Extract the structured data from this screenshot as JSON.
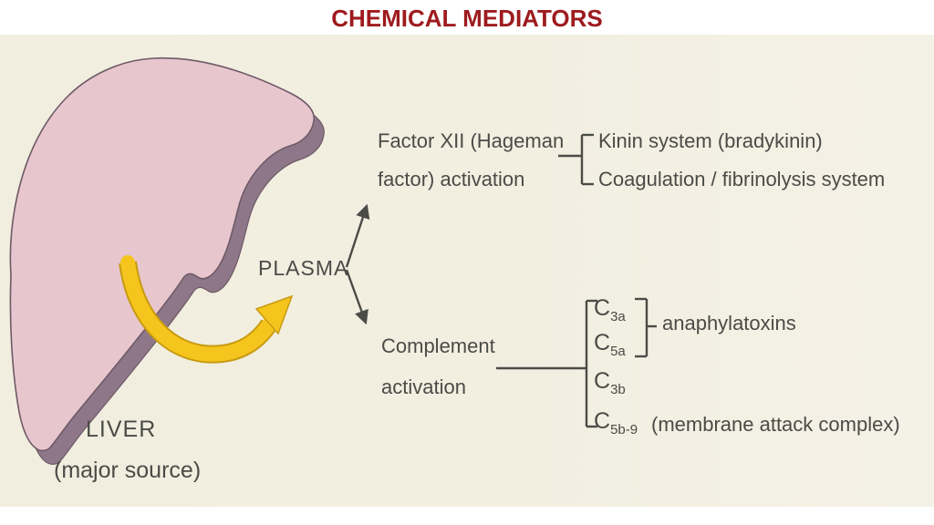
{
  "title": "CHEMICAL MEDIATORS",
  "colors": {
    "title_color": "#9e1b1e",
    "figure_bg": "#f2efe1",
    "text_color": "#4b4b47",
    "liver_body": "#e7c6ce",
    "liver_shadow": "#8d7789",
    "liver_outline": "#6e5a66",
    "arrow_yellow": "#f5c51d"
  },
  "liver": {
    "label": "LIVER",
    "sublabel": "(major source)"
  },
  "plasma": {
    "label": "PLASMA"
  },
  "factor_xii": {
    "label_line1": "Factor XII (Hageman",
    "label_line2": "factor) activation",
    "outcomes": [
      "Kinin system (bradykinin)",
      "Coagulation / fibrinolysis system"
    ]
  },
  "complement": {
    "label_line1": "Complement",
    "label_line2": "activation",
    "items": [
      {
        "main": "C",
        "sub": "3a"
      },
      {
        "main": "C",
        "sub": "5a"
      },
      {
        "main": "C",
        "sub": "3b"
      },
      {
        "main": "C",
        "sub": "5b-9"
      }
    ],
    "anaphylatoxins_label": "anaphylatoxins",
    "mac_label": "(membrane attack complex)"
  }
}
